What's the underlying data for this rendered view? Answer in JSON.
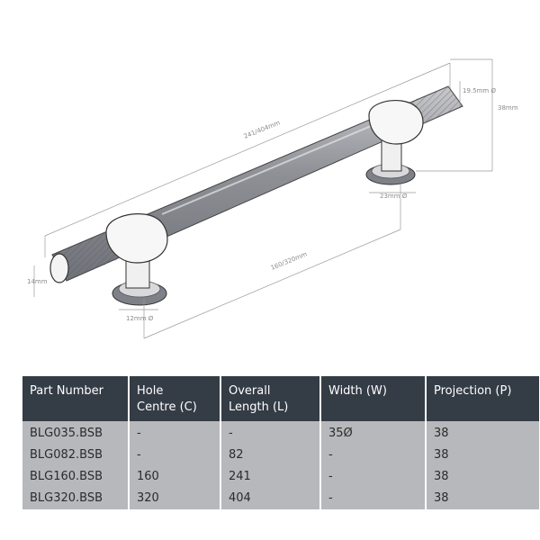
{
  "drawing": {
    "dimensions": {
      "overall_length": "241/404mm",
      "hole_centre": "160/320mm",
      "bar_diameter": "19.5mm Ø",
      "projection": "38mm",
      "base_diameter_right": "23mm Ø",
      "base_diameter_left": "12mm Ø",
      "end_height": "14mm"
    }
  },
  "table": {
    "headers": [
      {
        "line1": "Part Number",
        "line2": ""
      },
      {
        "line1": "Hole",
        "line2": "Centre (C)"
      },
      {
        "line1": "Overall",
        "line2": "Length (L)"
      },
      {
        "line1": "Width (W)",
        "line2": ""
      },
      {
        "line1": "Projection (P)",
        "line2": ""
      }
    ],
    "rows": [
      [
        "BLG035.BSB",
        "-",
        "-",
        "35Ø",
        "38"
      ],
      [
        "BLG082.BSB",
        "-",
        "82",
        "-",
        "38"
      ],
      [
        "BLG160.BSB",
        "160",
        "241",
        "-",
        "38"
      ],
      [
        "BLG320.BSB",
        "320",
        "404",
        "-",
        "38"
      ]
    ]
  }
}
